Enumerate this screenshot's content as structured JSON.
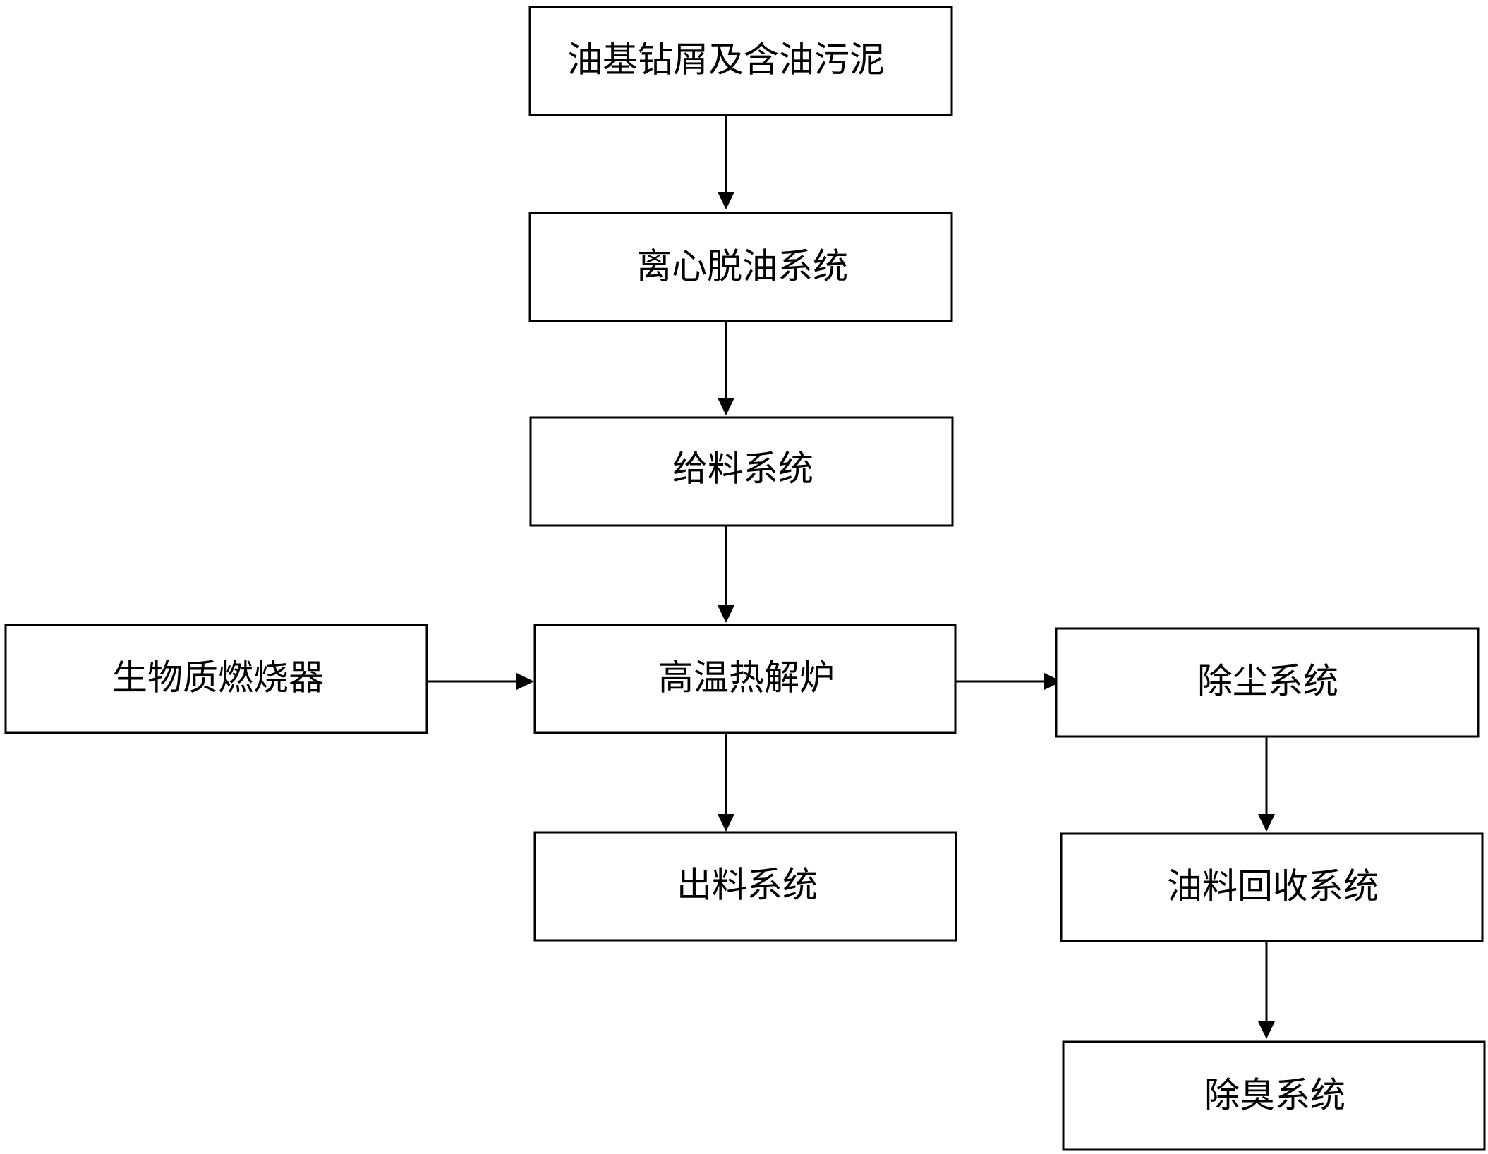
{
  "nodes": {
    "feed_material": "油基钻屑及含油污泥",
    "centrifugal_deoiling": "离心脱油系统",
    "feeding_system": "给料系统",
    "biomass_burner": "生物质燃烧器",
    "pyrolysis_furnace": "高温热解炉",
    "dust_removal": "除尘系统",
    "discharge_system": "出料系统",
    "oil_recovery": "油料回收系统",
    "deodorization": "除臭系统"
  },
  "edges": [
    {
      "from": "feed_material",
      "to": "centrifugal_deoiling"
    },
    {
      "from": "centrifugal_deoiling",
      "to": "feeding_system"
    },
    {
      "from": "feeding_system",
      "to": "pyrolysis_furnace"
    },
    {
      "from": "biomass_burner",
      "to": "pyrolysis_furnace"
    },
    {
      "from": "pyrolysis_furnace",
      "to": "dust_removal"
    },
    {
      "from": "pyrolysis_furnace",
      "to": "discharge_system"
    },
    {
      "from": "dust_removal",
      "to": "oil_recovery"
    },
    {
      "from": "oil_recovery",
      "to": "deodorization"
    }
  ],
  "colors": {
    "line": "#000000",
    "background": "#ffffff"
  }
}
